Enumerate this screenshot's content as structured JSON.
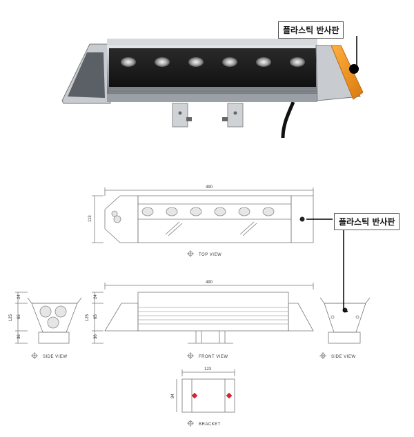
{
  "callout_top": "플라스틱 반사판",
  "callout_bottom": "플라스틱 반사판",
  "views": {
    "top": {
      "label": "TOP VIEW",
      "width": "490",
      "height": "113"
    },
    "front": {
      "label": "FRONT VIEW",
      "width": "490",
      "height_total": "125",
      "h1": "24",
      "h2": "65",
      "h3": "36"
    },
    "side_left": {
      "label": "SIDE VIEW",
      "height_total": "125",
      "h1": "24",
      "h2": "65",
      "h3": "36"
    },
    "side_right": {
      "label": "SIDE VIEW"
    },
    "bracket": {
      "label": "BRACKET",
      "width": "123",
      "height": "84"
    }
  },
  "colors": {
    "body": "#9ea3a8",
    "lens_panel": "#1e1e1e",
    "reflector": "#f0a030",
    "led": "#cfcfcf"
  },
  "led_count": 6
}
